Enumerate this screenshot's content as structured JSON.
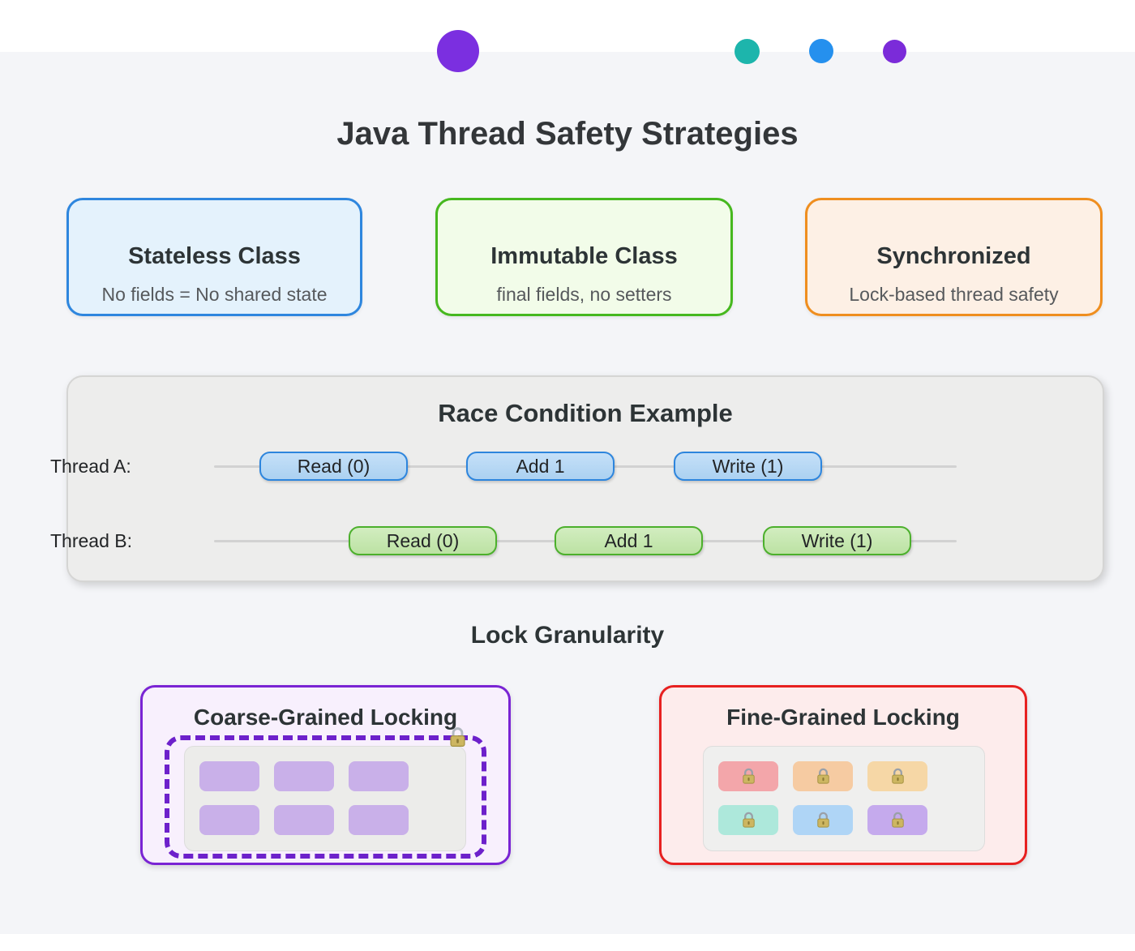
{
  "header": {
    "title": "Java Thread Safety Strategies"
  },
  "decor": {
    "dots": [
      {
        "name": "large-purple-dot",
        "color": "#7b2fe0"
      },
      {
        "name": "teal-dot",
        "color": "#1db5ac"
      },
      {
        "name": "blue-dot",
        "color": "#2590ee"
      },
      {
        "name": "small-purple-dot",
        "color": "#7b2bd9"
      }
    ]
  },
  "strategy_cards": [
    {
      "title": "Stateless Class",
      "subtitle": "No fields = No shared state",
      "accent": "#2e86de",
      "fill": "#e4f2fc"
    },
    {
      "title": "Immutable Class",
      "subtitle": "final fields, no setters",
      "accent": "#46b81f",
      "fill": "#f2fce9"
    },
    {
      "title": "Synchronized",
      "subtitle": "Lock-based thread safety",
      "accent": "#ef8e1f",
      "fill": "#fdf0e5"
    }
  ],
  "race_section": {
    "title": "Race Condition Example",
    "thread_a": {
      "label": "Thread A:",
      "accent": "#2d85dd",
      "steps": [
        "Read (0)",
        "Add 1",
        "Write (1)"
      ]
    },
    "thread_b": {
      "label": "Thread B:",
      "accent": "#4cb02c",
      "steps": [
        "Read (0)",
        "Add 1",
        "Write (1)"
      ]
    }
  },
  "lock_section": {
    "heading": "Lock Granularity",
    "coarse": {
      "title": "Coarse-Grained Locking",
      "lock_icon": "padlock",
      "boundary_color": "#6d21cb",
      "cell_color": "#c9b0e9"
    },
    "fine": {
      "title": "Fine-Grained Locking",
      "lock_icon": "padlock",
      "cells": [
        {
          "css": "background:#f3a6aa"
        },
        {
          "css": "background:#f6cba2"
        },
        {
          "css": "background:#f6d7a6"
        },
        {
          "css": "background:#ade8db"
        },
        {
          "css": "background:#afd5f6"
        },
        {
          "css": "background:#c5aaed"
        }
      ]
    }
  }
}
